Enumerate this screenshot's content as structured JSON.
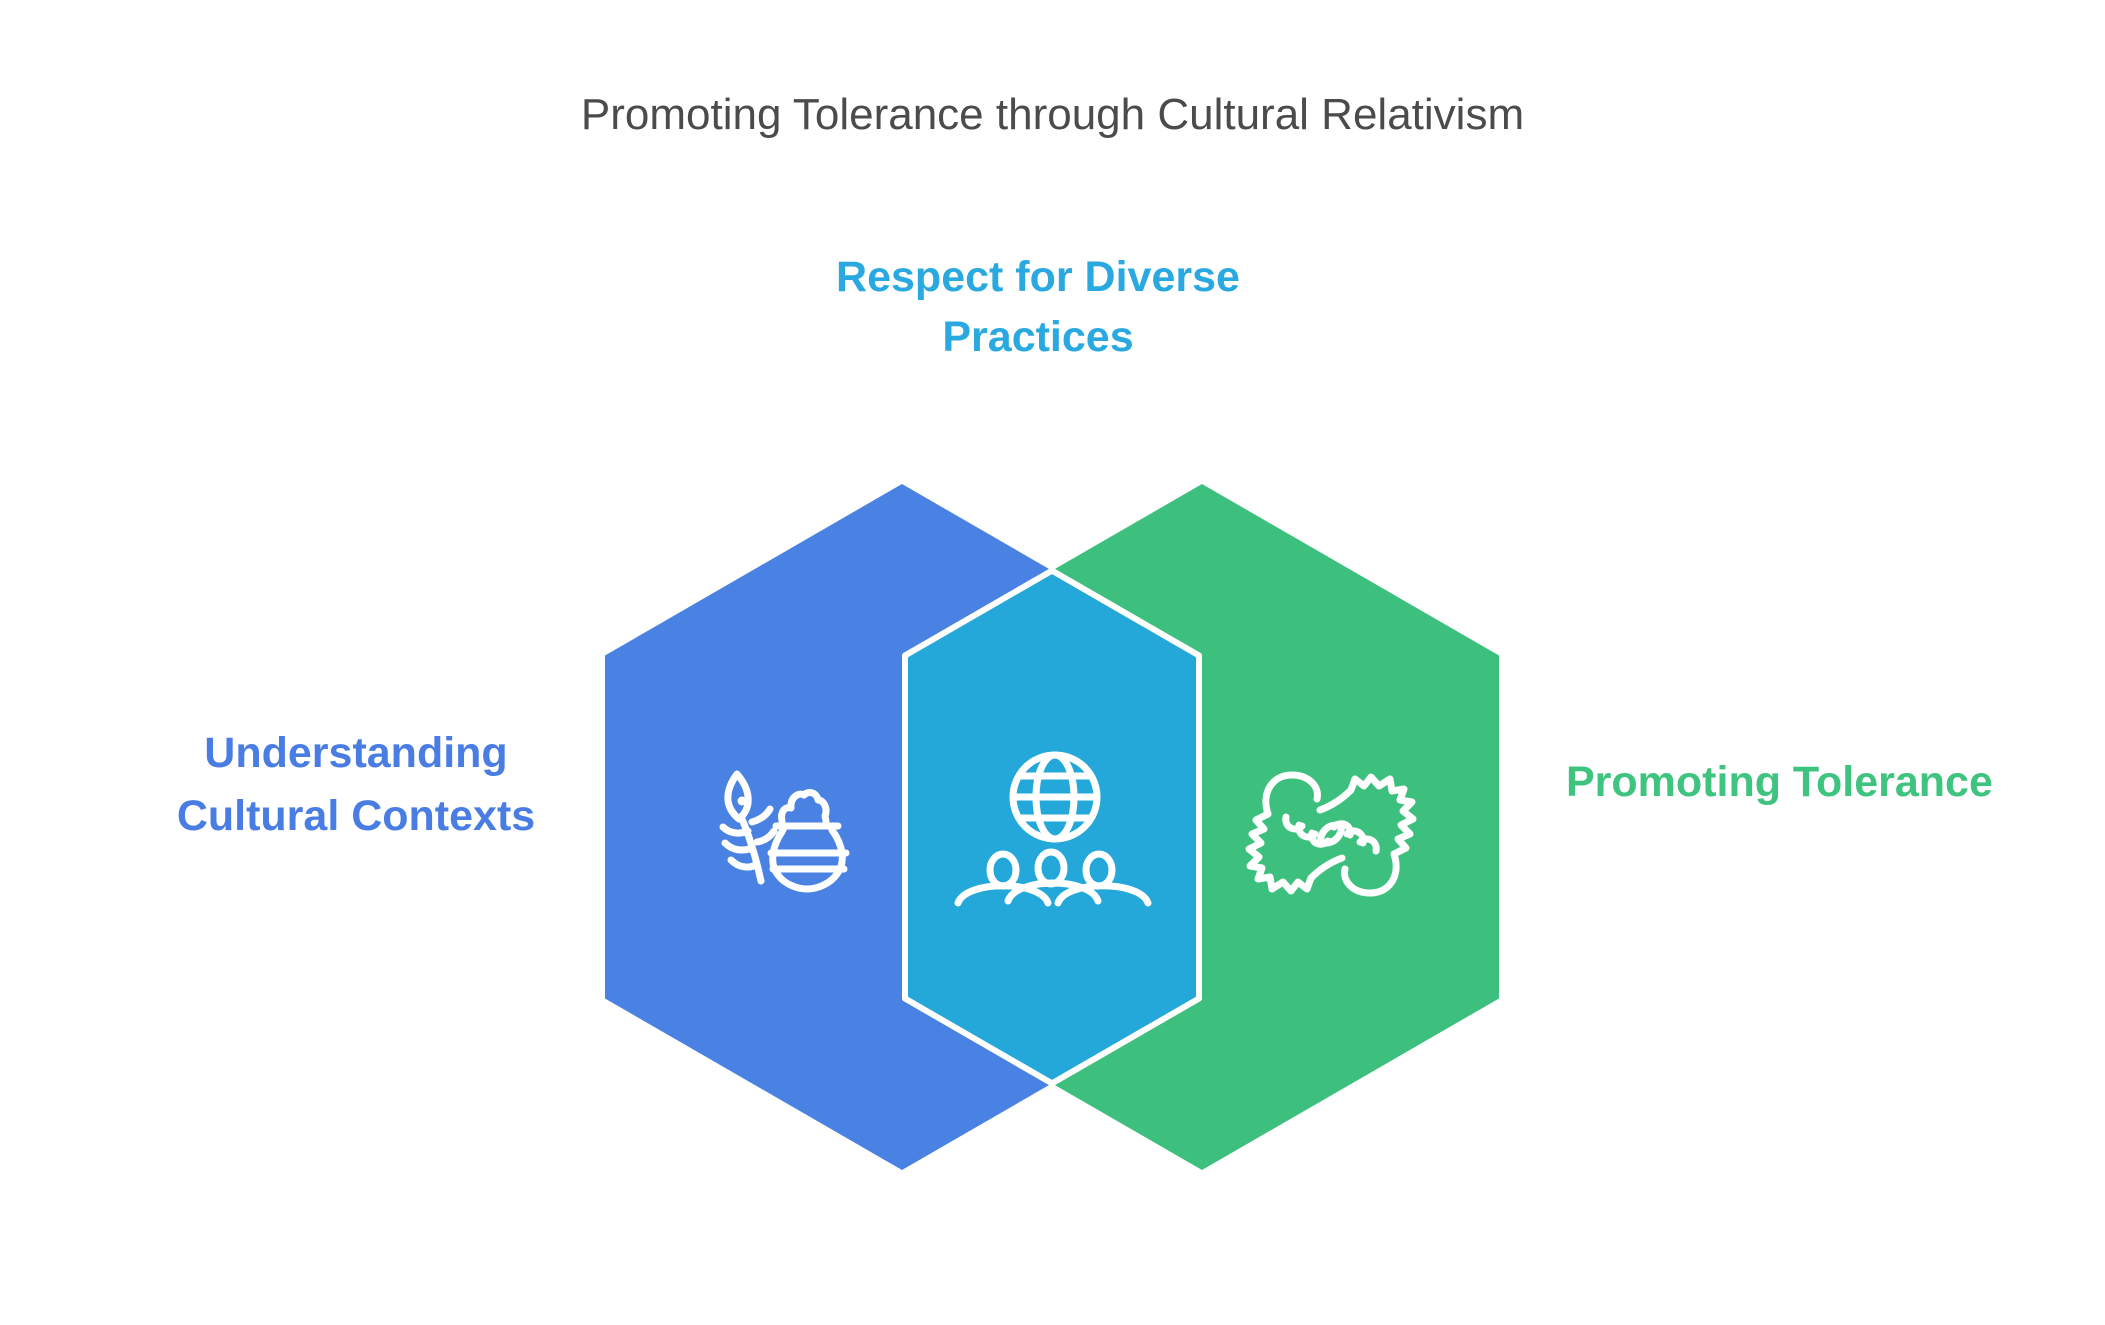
{
  "title": "Promoting Tolerance through Cultural Relativism",
  "colors": {
    "background": "#ffffff",
    "title_text": "#4b4b4b",
    "icon_stroke": "#ffffff",
    "overlap_outline": "#ffffff"
  },
  "hexagons": {
    "left": {
      "fill": "#4a82e4",
      "icon": "feather-and-pot-icon"
    },
    "right": {
      "fill": "#3dc07d",
      "icon": "unity-hands-icon"
    },
    "overlap": {
      "fill": "#24a8da",
      "icon": "globe-community-icon"
    }
  },
  "labels": {
    "respect": {
      "lines": [
        "Respect for Diverse",
        "Practices"
      ],
      "color": "#2aa9e0"
    },
    "understanding": {
      "lines": [
        "Understanding",
        "Cultural Contexts"
      ],
      "color": "#4a7de4"
    },
    "promoting": {
      "text": "Promoting Tolerance",
      "color": "#3ec47f"
    }
  }
}
